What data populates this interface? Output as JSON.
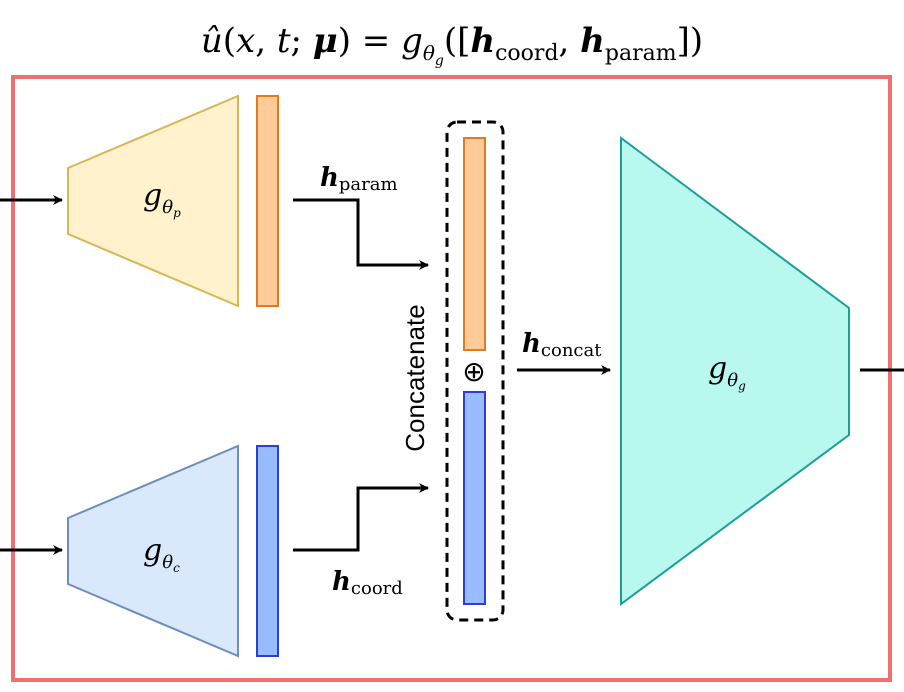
{
  "formula": {
    "u_hat": "û",
    "args_open": "(",
    "x": "x",
    "comma1": ", ",
    "t": "t",
    "semicolon": "; ",
    "mu": "μ",
    "args_close": ")",
    "equals": " = ",
    "g": "g",
    "theta": "θ",
    "g_sub": "g",
    "bracket_open": "([",
    "h1": "h",
    "h1_sub": "coord",
    "comma2": ", ",
    "h2": "h",
    "h2_sub": "param",
    "bracket_close": "])"
  },
  "encoders": {
    "param": {
      "symbol": "g",
      "theta": "θ",
      "sub": "p"
    },
    "coord": {
      "symbol": "g",
      "theta": "θ",
      "sub": "c"
    }
  },
  "decoder": {
    "symbol": "g",
    "theta": "θ",
    "sub": "g"
  },
  "labels": {
    "h_param": {
      "h": "h",
      "sub": "param"
    },
    "h_coord": {
      "h": "h",
      "sub": "coord"
    },
    "h_concat": {
      "h": "h",
      "sub": "concat"
    },
    "concatenate": "Concatenate",
    "oplus": "⊕"
  },
  "colors": {
    "frame": "#f07070",
    "param_fill": "#fff2cc",
    "param_stroke": "#d6b656",
    "orange_fill": "#ffcc99",
    "orange_stroke": "#e07b20",
    "coord_fill": "#dae8fc",
    "coord_stroke": "#6c8ebf",
    "blue_fill": "#99bbff",
    "blue_stroke": "#2d3fd0",
    "decoder_fill": "#b8f8ee",
    "decoder_stroke": "#1a9e96"
  }
}
